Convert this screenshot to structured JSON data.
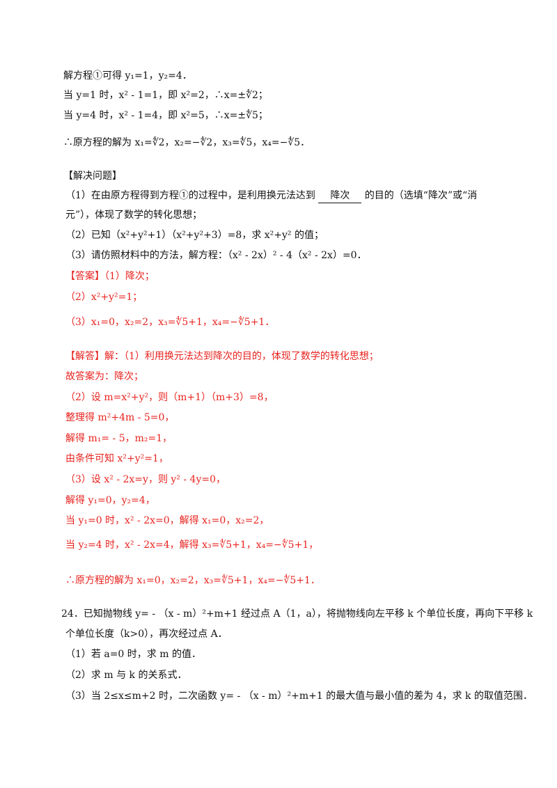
{
  "lines": {
    "l1": "解方程①可得 y₁=1，y₂=4．",
    "l2": "当 y=1 时，x² - 1=1，即 x²=2，∴x=±∜2；",
    "l3": "当 y=4 时，x² - 1=4，即 x²=5，∴x=±∜5；",
    "l4": "∴原方程的解为 x₁=∜2，x₂=−∜2，x₃=∜5，x₄=−∜5．",
    "l5": "【解决问题】",
    "l6a": "（1）在由原方程得到方程①的过程中，是利用换元法达到",
    "l6blank": "降次",
    "l6b": "的目的（选填“降次”或“消",
    "l7": "元”），体现了数学的转化思想；",
    "l8": "（2）已知（x²+y²+1）（x²+y²+3）=8，求 x²+y² 的值；",
    "l9": "（3）请仿照材料中的方法，解方程：（x² - 2x）² - 4（x² - 2x）=0．",
    "l10": "【答案】（1）降次；",
    "l11": "（2）x²+y²=1；",
    "l12": "（3）x₁=0，x₂=2，x₃=∜5+1，x₄=−∜5+1．",
    "l13": "【解答】解：（1）利用换元法达到降次的目的，体现了数学的转化思想；",
    "l14": "故答案为：降次；",
    "l15": "（2）设 m=x²+y²，则（m+1）（m+3）=8，",
    "l16": "整理得 m²+4m - 5=0，",
    "l17": "解得 m₁= - 5，m₂=1，",
    "l18": "由条件可知 x²+y²=1，",
    "l19": "（3）设 x² - 2x=y，则 y² - 4y=0，",
    "l20": "解得 y₁=0，y₂=4，",
    "l21": "当 y₁=0 时，x² - 2x=0，解得 x₁=0，x₂=2，",
    "l22": "当 y₂=4 时，x² - 2x=4，解得 x₃=∜5+1，x₄=−∜5+1，",
    "l23": "∴原方程的解为 x₁=0，x₂=2，x₃=∜5+1，x₄=−∜5+1．",
    "l24": "24．已知抛物线 y= - （x - m）²+m+1 经过点 A（1，a），将抛物线向左平移 k 个单位长度，再向下平移 k",
    "l25": "个单位长度（k>0），再次经过点 A．",
    "l26": "（1）若 a=0 时，求 m 的值．",
    "l27": "（2）求 m 与 k 的关系式．",
    "l28": "（3）当 2≤x≤m+2 时，二次函数 y= - （x - m）²+m+1 的最大值与最小值的差为 4，求 k 的取值范围．"
  },
  "colors": {
    "text": "#111111",
    "answer": "#e8231f"
  }
}
